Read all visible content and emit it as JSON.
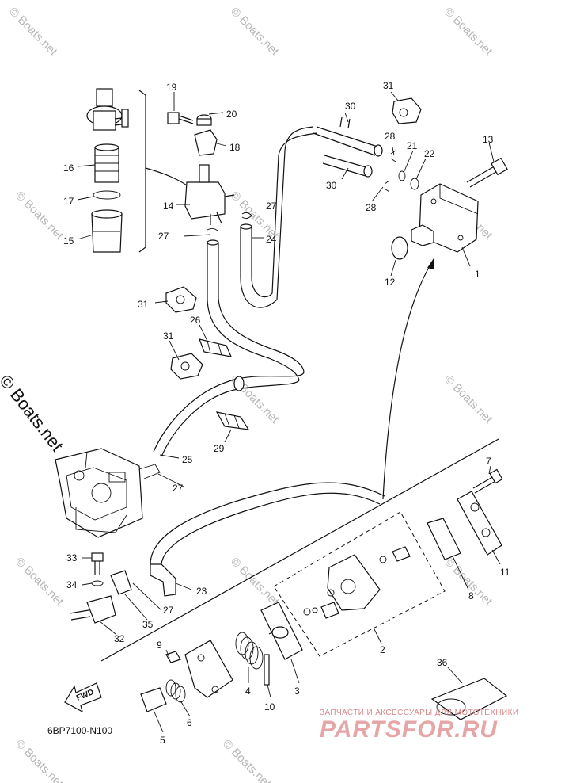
{
  "diagram": {
    "callouts": [
      "1",
      "2",
      "3",
      "4",
      "5",
      "6",
      "7",
      "8",
      "9",
      "10",
      "11",
      "12",
      "13",
      "14",
      "15",
      "16",
      "17",
      "18",
      "19",
      "20",
      "21",
      "22",
      "23",
      "24",
      "25",
      "26",
      "27",
      "28",
      "29",
      "30",
      "31",
      "32",
      "33",
      "34",
      "35",
      "36"
    ],
    "drawing_code": "6BP7100-N100",
    "fwd_label": "FWD",
    "copyright": "© Boats.net"
  },
  "watermark": {
    "text": "© Boats.net",
    "color": "#b7b7b7"
  },
  "brand": {
    "subtitle": "ЗАПЧАСТИ И АКСЕССУАРЫ ДЛЯ МОТОТЕХНИКИ",
    "logo": "PARTSFOR.RU",
    "color": "#e4a6a6"
  }
}
